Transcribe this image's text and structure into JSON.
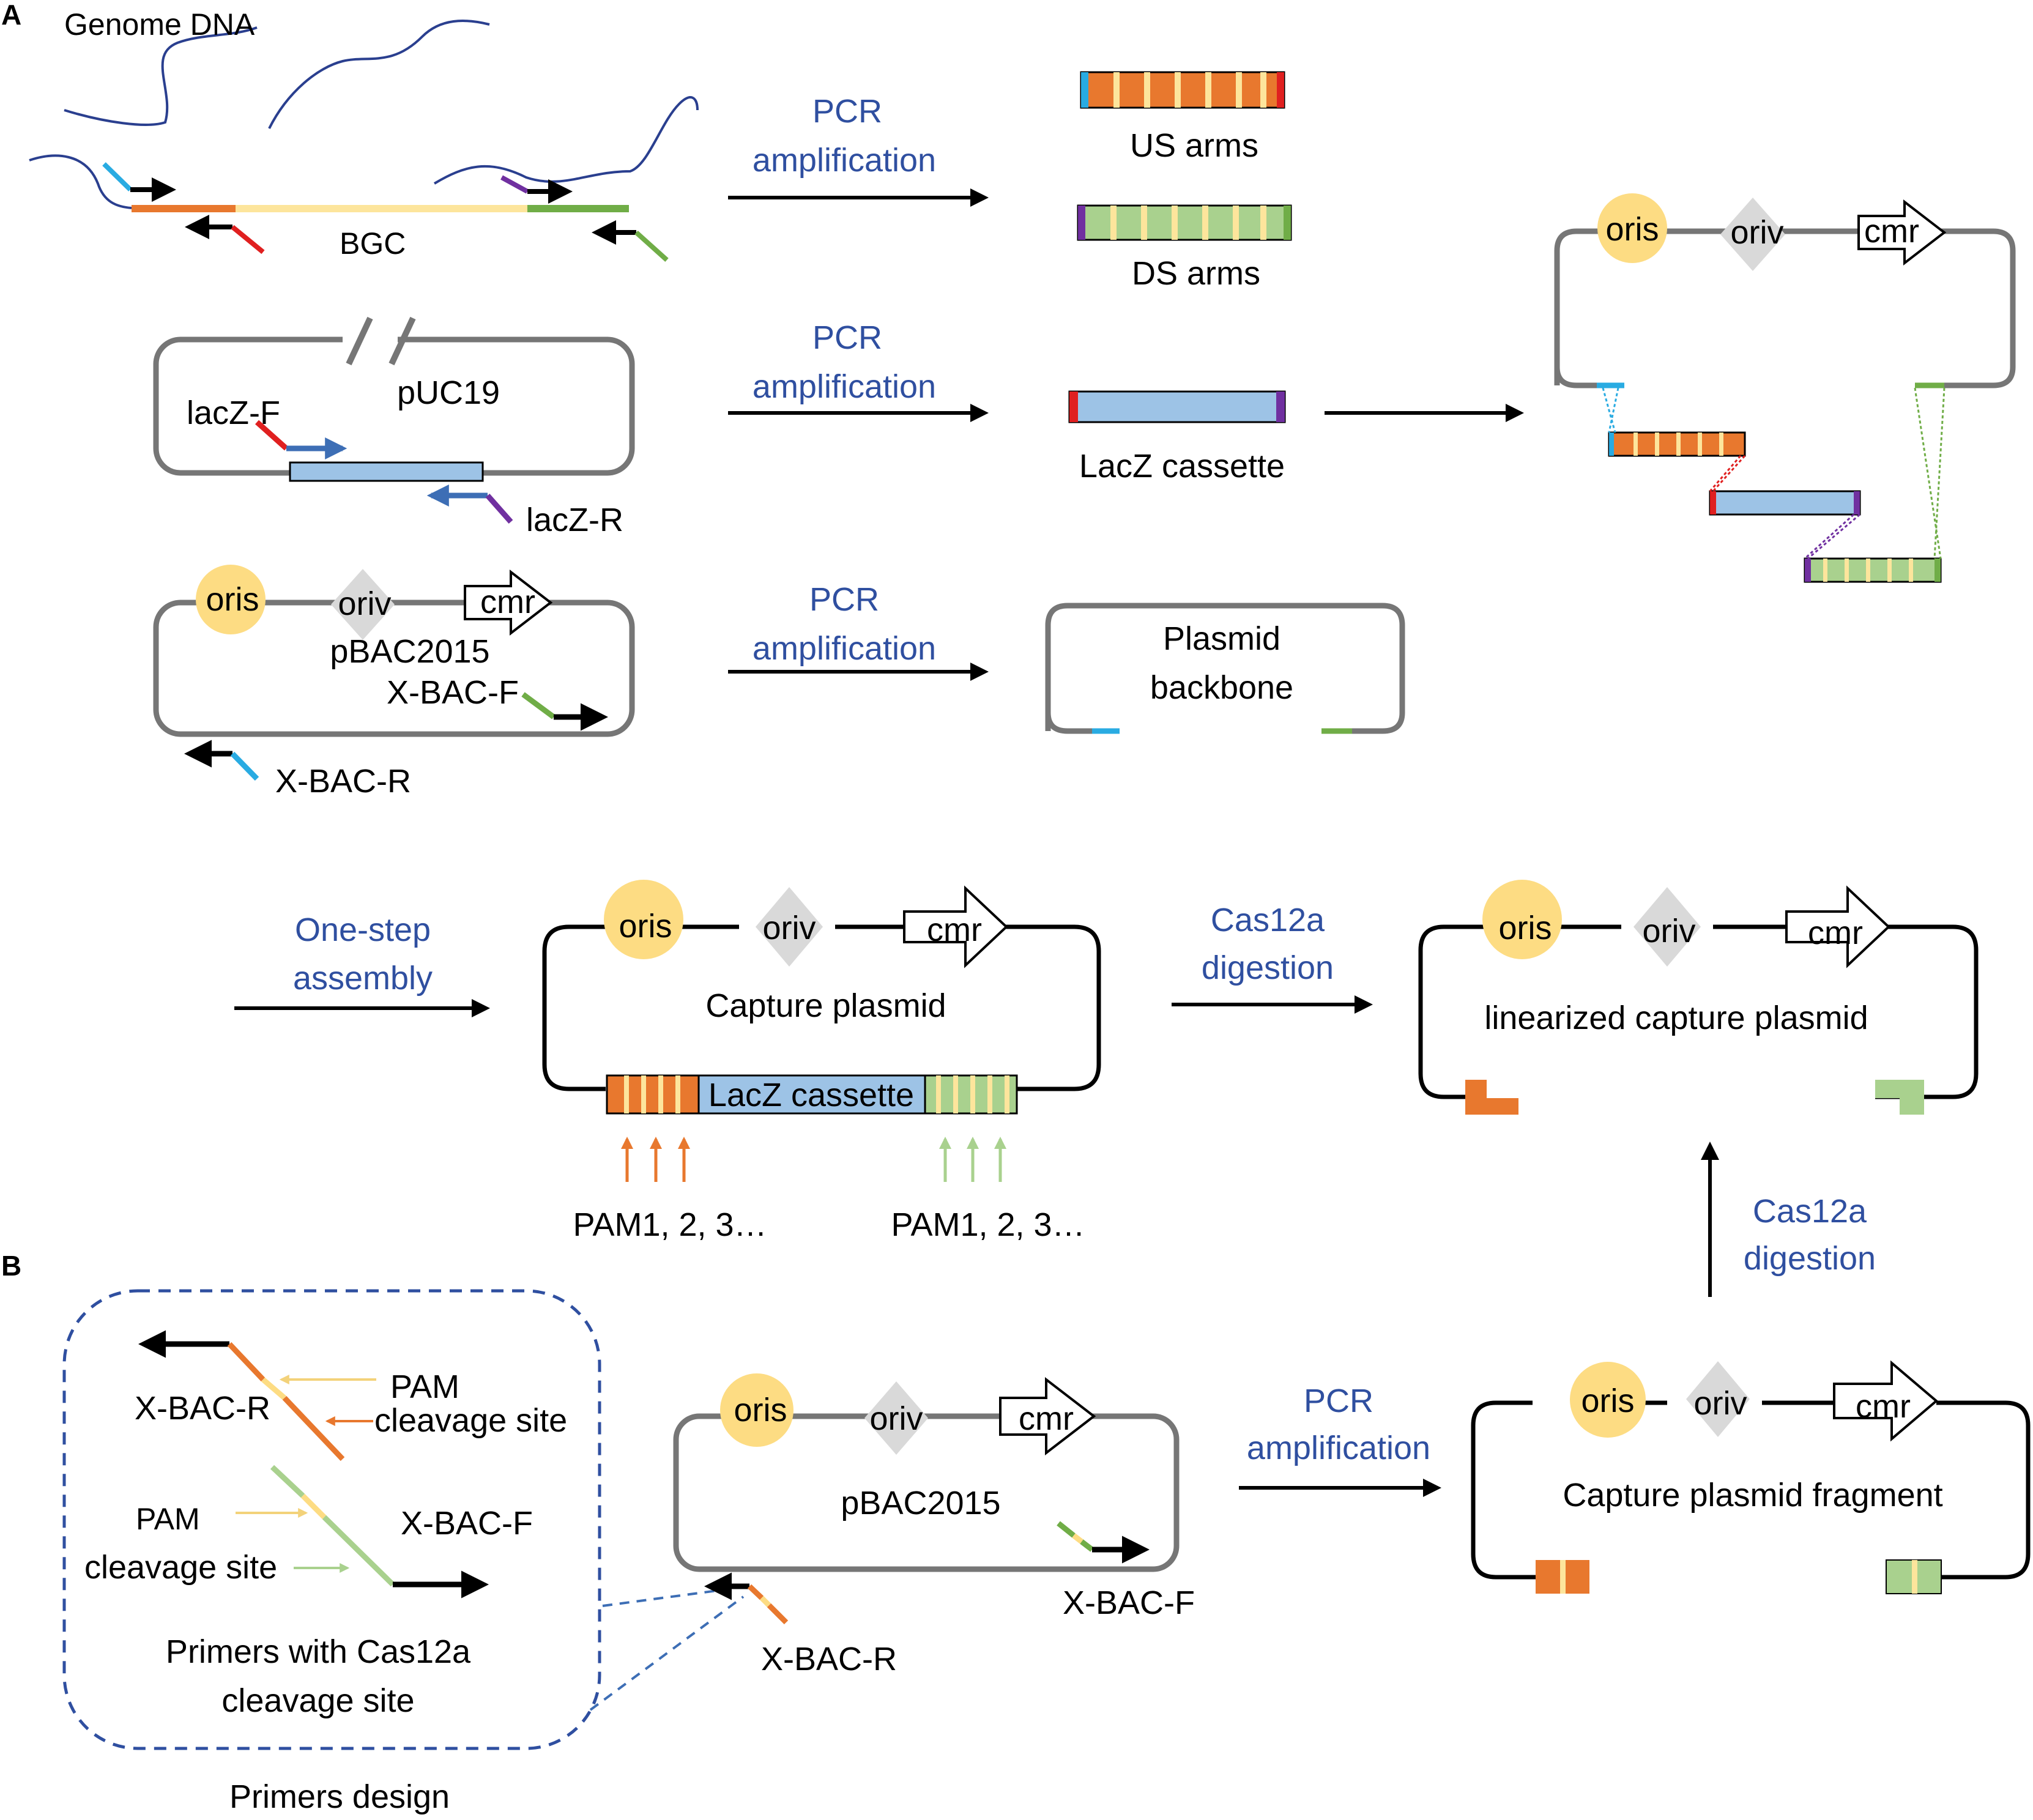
{
  "panel_labels": {
    "a": "A",
    "b": "B"
  },
  "genome": {
    "title": "Genome DNA",
    "bgc": "BGC"
  },
  "pcr": {
    "line1": "PCR",
    "line2": "amplification"
  },
  "arms": {
    "us": "US arms",
    "ds": "DS arms"
  },
  "puc": {
    "name": "pUC19",
    "primer_f": "lacZ-F",
    "primer_r": "lacZ-R",
    "product": "LacZ cassette"
  },
  "bac": {
    "oris": "oris",
    "oriv": "oriv",
    "cmr": "cmr",
    "name": "pBAC2015",
    "primer_f": "X-BAC-F",
    "primer_r": "X-BAC-R",
    "product_line1": "Plasmid",
    "product_line2": "backbone"
  },
  "assembly": {
    "line1": "One-step",
    "line2": "assembly"
  },
  "capture": {
    "name": "Capture plasmid",
    "cassette": "LacZ cassette",
    "pam": "PAM1, 2, 3…"
  },
  "cas12a": {
    "line1": "Cas12a",
    "line2": "digestion"
  },
  "linearized": {
    "name": "linearized capture plasmid"
  },
  "fragment": {
    "name": "Capture plasmid fragment"
  },
  "primers_design": {
    "primer_r": "X-BAC-R",
    "primer_f": "X-BAC-F",
    "pam": "PAM",
    "cleavage": "cleavage site",
    "caption1": "Primers with Cas12a",
    "caption2": "cleavage site",
    "title": "Primers design"
  },
  "colors": {
    "orange": "#e8782e",
    "green_light": "#a9d18e",
    "green": "#70ad47",
    "yellow": "#f3d27a",
    "blue_light": "#9dc3e6",
    "cyan": "#29abe2",
    "red": "#e02020",
    "purple": "#7030a0",
    "blue_arrow": "#3d6eb5",
    "label_blue": "#2f4fa0",
    "grey": "#767676",
    "diamond": "#d9d9d9"
  }
}
